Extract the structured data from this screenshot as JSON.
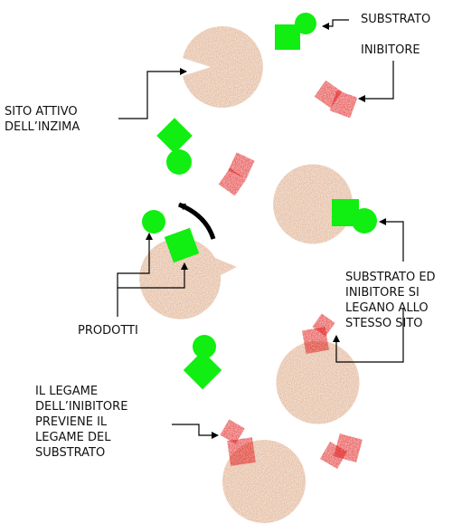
{
  "labels": {
    "substrato": "SUBSTRATO",
    "inibitore": "INIBITORE",
    "sito_attivo": "SITO ATTIVO\nDELL’INZIMA",
    "substrato_ed_inibitore": "SUBSTRATO ED\nINIBITORE SI\nLEGANO ALLO\nSTESSO SITO",
    "prodotti": "PRODOTTI",
    "legame_inibitore": "IL LEGAME\nDELL’INIBITORE\nPREVIENE IL\nLEGAME DEL\nSUBSTRATO"
  },
  "colors": {
    "enzyme": "#d9a07a",
    "substrate": "#11ee11",
    "inhibitor": "#e01414",
    "arrow": "#000000"
  }
}
